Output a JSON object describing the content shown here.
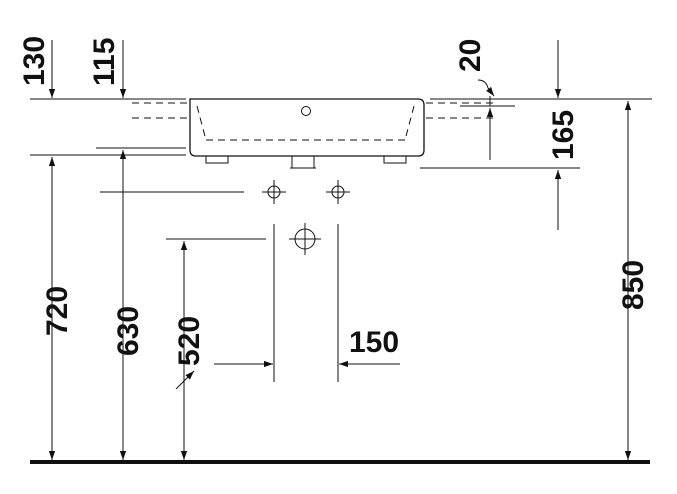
{
  "dimensions": {
    "d130": "130",
    "d115": "115",
    "d20": "20",
    "d165": "165",
    "d720": "720",
    "d630": "630",
    "d520": "520",
    "d150": "150",
    "d850": "850"
  },
  "colors": {
    "line": "#111111",
    "background": "#ffffff"
  }
}
